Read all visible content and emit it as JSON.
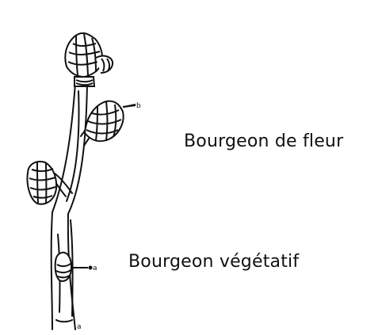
{
  "labels": {
    "flower_bud": "Bourgeon de fleur",
    "vegetative_bud": "Bourgeon végétatif",
    "tiny_b": "b",
    "tiny_a": "a",
    "tiny_bottom": "a"
  }
}
